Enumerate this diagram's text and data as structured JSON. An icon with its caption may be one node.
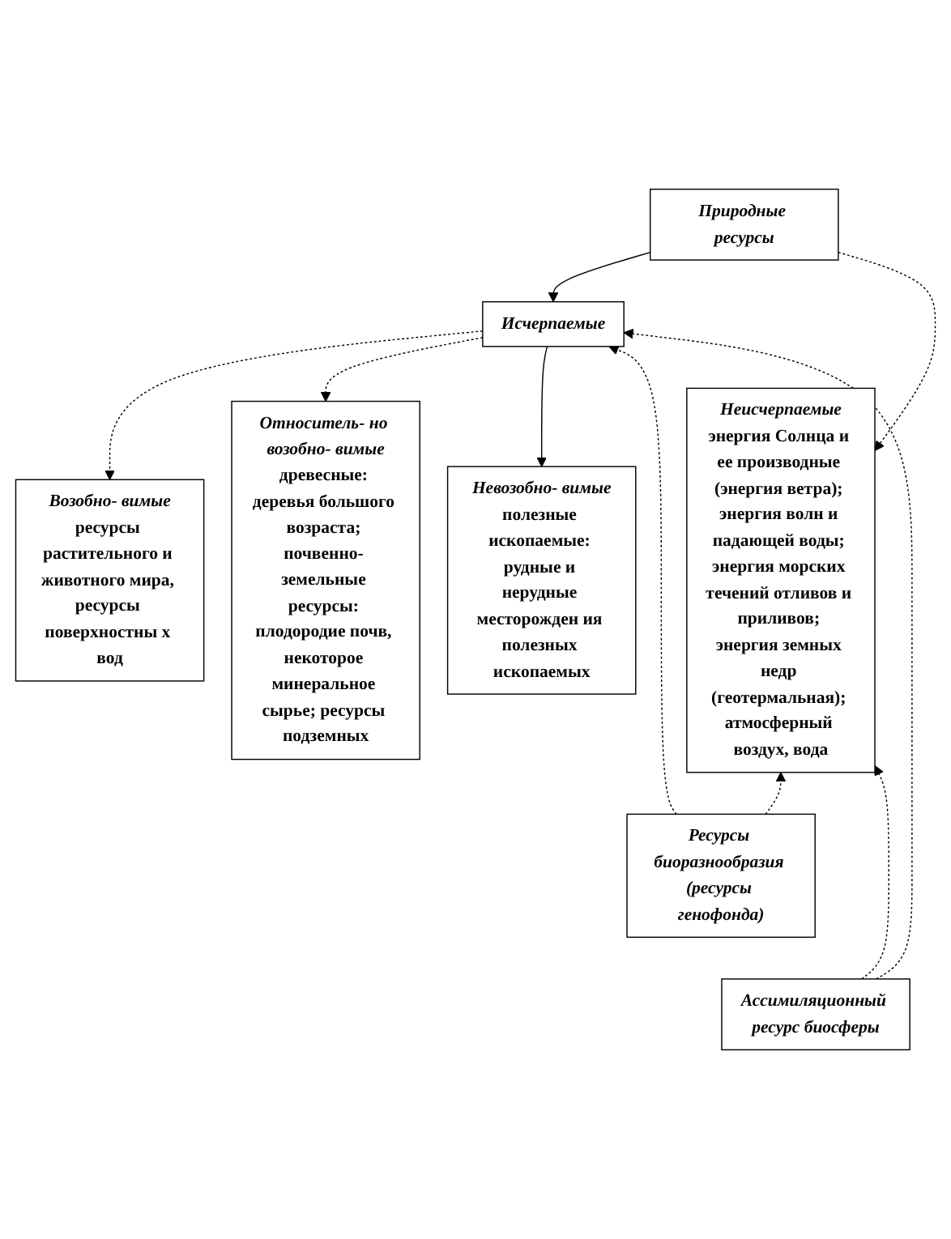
{
  "diagram": {
    "nodes": [
      {
        "text": [
          "Природные ресурсы"
        ]
      },
      {
        "text": [
          "Исчерпаемые"
        ]
      },
      {
        "text": [
          "Неисчерпаемые",
          "энергия Солнца и ее производные (энергия ветра); энергия волн и падающей воды; энергия морских течений отливов и приливов; энергия земных недр (геотермальная); атмосферный воздух, вода"
        ]
      },
      {
        "text": [
          "Возобно- вимые",
          "ресурсы растительного и животного мира, ресурсы поверхностны х вод"
        ]
      },
      {
        "text": [
          "Относитель- но возобно- вимые",
          "древесные: деревья большого возраста; почвенно- земельные ресурсы: плодородие почв, некоторое минеральное сырье; ресурсы подземных"
        ]
      },
      {
        "text": [
          "Невозобно- вимые",
          "полезные ископаемые: рудные и нерудные месторожден ия полезных ископаемых"
        ]
      },
      {
        "text": [
          "Ресурсы биоразнообразия (ресурсы генофонда)"
        ]
      },
      {
        "text": [
          "Ассимиляционный ресурс биосферы"
        ]
      }
    ],
    "edges": [
      {
        "from": 0,
        "to": 1,
        "arrow": "to"
      },
      {
        "from": 0,
        "to": 2,
        "arrow": "to",
        "style": "dashed"
      },
      {
        "from": 1,
        "to": 3,
        "arrow": "to",
        "style": "dashed"
      },
      {
        "from": 1,
        "to": 4,
        "arrow": "to",
        "style": "dashed"
      },
      {
        "from": 1,
        "to": 5,
        "arrow": "to"
      },
      {
        "from": 6,
        "to": 1,
        "arrow": "to",
        "style": "dashed"
      },
      {
        "from": 7,
        "to": 1,
        "arrow": "to",
        "style": "dashed"
      },
      {
        "from": 6,
        "to": 2,
        "arrow": "to",
        "style": "dashed"
      },
      {
        "from": 7,
        "to": 2,
        "arrow": "to",
        "style": "dashed"
      }
    ]
  }
}
